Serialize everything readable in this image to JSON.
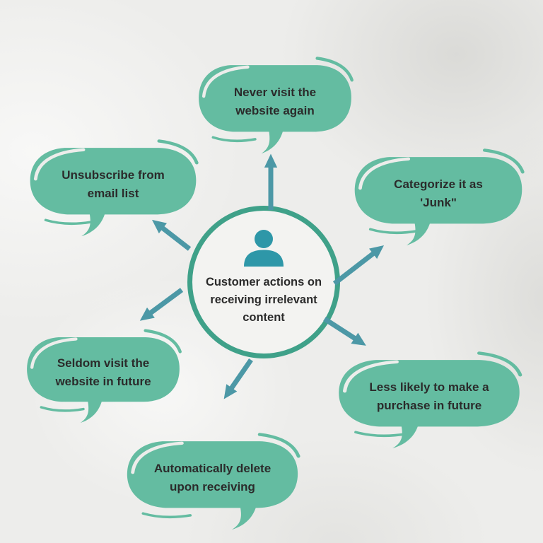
{
  "diagram": {
    "type": "mind-map",
    "center": {
      "label": "Customer actions on receiving irrelevant content",
      "icon": "person-icon"
    },
    "bubbles": [
      {
        "id": "never-visit",
        "position": "top",
        "label": "Never visit the website again"
      },
      {
        "id": "categorize-junk",
        "position": "top-right",
        "label": "Categorize it as 'Junk\""
      },
      {
        "id": "less-likely-purchase",
        "position": "bottom-right",
        "label": "Less likely to make a purchase in future"
      },
      {
        "id": "auto-delete",
        "position": "bottom",
        "label": "Automatically delete upon receiving"
      },
      {
        "id": "seldom-visit",
        "position": "bottom-left",
        "label": "Seldom visit the website in future"
      },
      {
        "id": "unsubscribe",
        "position": "top-left",
        "label": "Unsubscribe from email list"
      }
    ]
  },
  "colors": {
    "bubble": "#64BCA1",
    "arrow": "#4C98A6",
    "circle_border": "#3FA189",
    "person_icon": "#2E97A8",
    "text": "#2B2B2B",
    "background": "#EDEDEB"
  }
}
